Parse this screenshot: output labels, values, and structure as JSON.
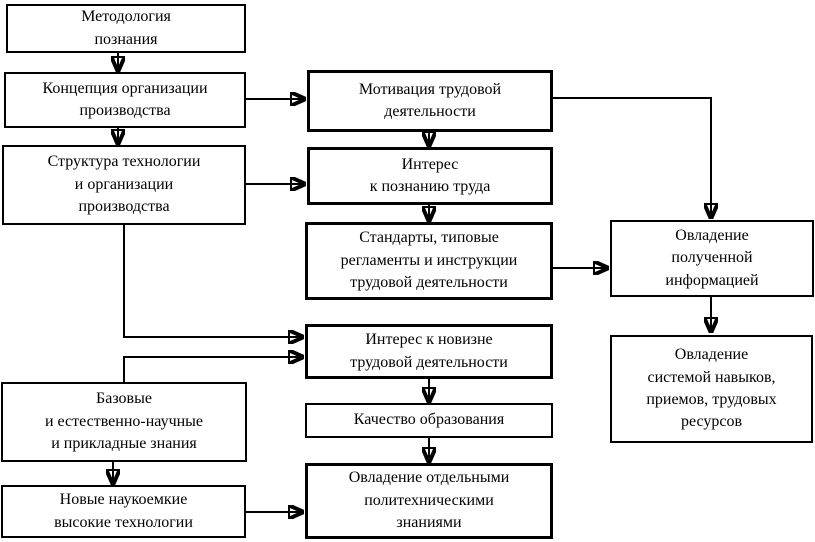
{
  "diagram": {
    "language": "ru",
    "colors": {
      "background": "#ffffff",
      "box_fill": "#ffffff",
      "line": "#000000",
      "text": "#000000"
    },
    "nodes": {
      "methodology": {
        "label": "Методология\nпознания"
      },
      "concept": {
        "label": "Концепция организации\nпроизводства"
      },
      "structure": {
        "label": "Структура технологии\nи организации\nпроизводства"
      },
      "basic_knowledge": {
        "label": "Базовые\nи естественно-научные\nи прикладные знания"
      },
      "new_technologies": {
        "label": "Новые наукоемкие\nвысокие технологии"
      },
      "motivation": {
        "label": "Мотивация трудовой\nдеятельности"
      },
      "interest_cognition": {
        "label": "Интерес\nк познанию труда"
      },
      "standards": {
        "label": "Стандарты, типовые\nрегламенты и инструкции\nтрудовой деятельности"
      },
      "interest_novelty": {
        "label": "Интерес к новизне\nтрудовой деятельности"
      },
      "education_quality": {
        "label": "Качество образования"
      },
      "polytechnic": {
        "label": "Овладение отдельными\nполитехническими\nзнаниями"
      },
      "information": {
        "label": "Овладение\nполученной\nинформацией"
      },
      "skills": {
        "label": "Овладение\nсистемой навыков,\nприемов, трудовых\nресурсов"
      }
    },
    "edges": [
      {
        "from": "methodology",
        "to": "concept"
      },
      {
        "from": "concept",
        "to": "structure"
      },
      {
        "from": "concept",
        "to": "motivation"
      },
      {
        "from": "structure",
        "to": "interest_cognition"
      },
      {
        "from": "structure",
        "to": "interest_novelty"
      },
      {
        "from": "basic_knowledge",
        "to": "interest_novelty"
      },
      {
        "from": "basic_knowledge",
        "to": "new_technologies"
      },
      {
        "from": "new_technologies",
        "to": "polytechnic"
      },
      {
        "from": "motivation",
        "to": "interest_cognition"
      },
      {
        "from": "motivation",
        "to": "information"
      },
      {
        "from": "interest_cognition",
        "to": "standards"
      },
      {
        "from": "standards",
        "to": "information"
      },
      {
        "from": "interest_novelty",
        "to": "education_quality"
      },
      {
        "from": "education_quality",
        "to": "polytechnic"
      },
      {
        "from": "information",
        "to": "skills"
      }
    ]
  }
}
